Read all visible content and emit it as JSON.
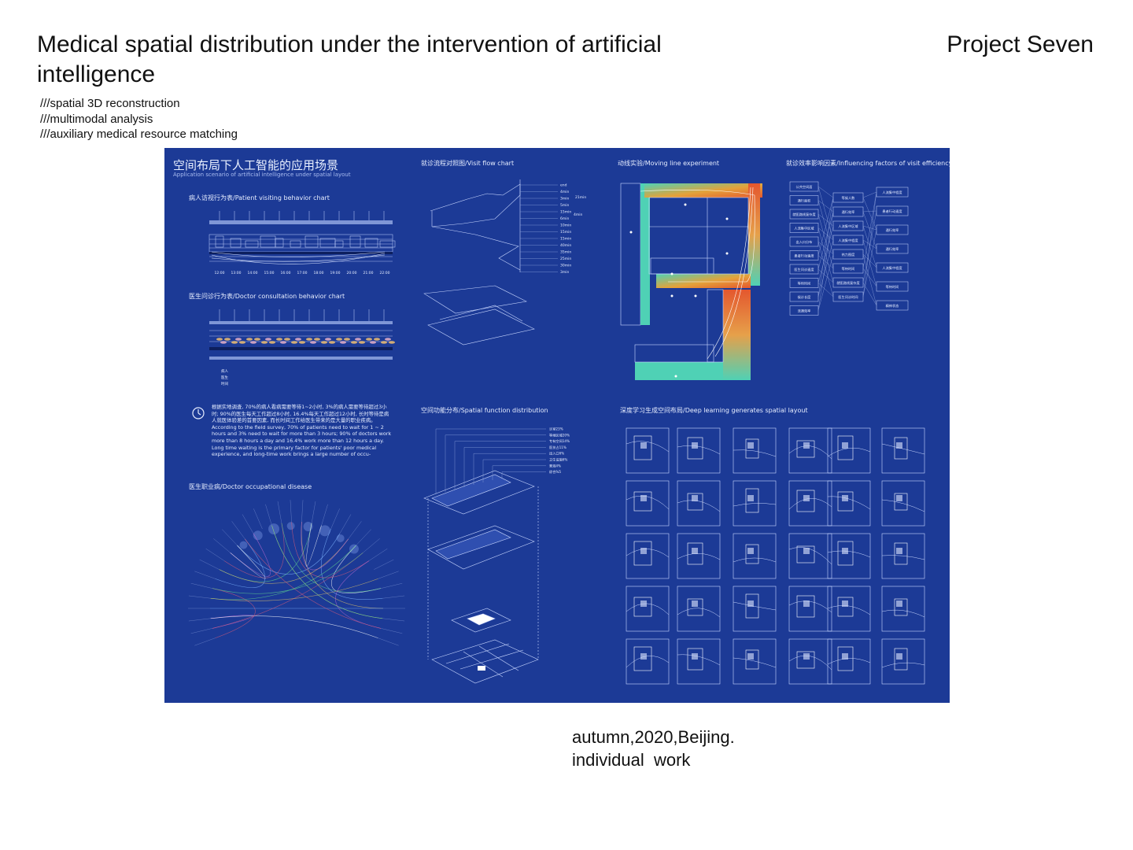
{
  "header": {
    "title": "Medical spatial distribution under the intervention of artificial intelligence",
    "project": "Project Seven"
  },
  "tags": [
    "///spatial 3D reconstruction",
    "///multimodal analysis",
    "///auxiliary medical resource matching"
  ],
  "board": {
    "main_title": "空间布局下人工智能的应用场景",
    "main_subtitle": "Application scenario of artificial intelligence under spatial layout",
    "sections": {
      "patient_chart": "病人访视行为表/Patient visiting behavior chart",
      "doctor_chart": "医生问诊行为表/Doctor consultation behavior chart",
      "occupational": "医生职业病/Doctor occupational disease",
      "visit_flow": "就诊流程对照图/Visit flow chart",
      "moving_line": "动线实验/Moving line experiment",
      "influencing": "就诊效率影响因素/Influencing factors of visit efficiency",
      "spatial_function": "空间功能分布/Spatial function distribution",
      "deep_learning": "深度学习生成空间布局/Deep learning generates spatial layout"
    },
    "survey_text_cn": "根据实地调查, 70%的病人看病需要等待1~2小时, 3%的病人需要等待超过3小时; 90%的医生每天工作超过8小时, 16.4%每天工作超过12小时, 长时等待是病人就医体验差的首要因素, 而长时间工作给医生带来的是大量的职业疾病。",
    "survey_text_en": "According to the field survey, 70% of patients need to wait for 1 ~ 2 hours and 3% need to wait for more than 3 hours; 90% of doctors work more than 8 hours a day and 16.4% work more than 12 hours a day. Long time waiting is the primary factor for patients' poor medical experience, and long-time work brings a large number of occu-",
    "flow_labels": [
      "end",
      "4min",
      "3min",
      "5min",
      "15min",
      "6min",
      "10min",
      "15min",
      "15min",
      "40min",
      "35min",
      "25min",
      "30min",
      "3min"
    ],
    "flow_side_labels": [
      "21min",
      "4min"
    ],
    "factor_left": [
      "公共空间面",
      "通行面积",
      "就医路线复杂度",
      "人流集中区域",
      "出入口分布",
      "患者行动速度",
      "医生问诊速度",
      "等待时间",
      "候诊长度",
      "流通效率"
    ],
    "factor_mid": [
      "等候人数",
      "通行效率",
      "人流集中区域",
      "人流集中程度",
      "热力图度",
      "等待时间",
      "就医路线复杂度",
      "医生问诊时间"
    ],
    "factor_right": [
      "人流集中程度",
      "患者行动速度",
      "通行效率",
      "通行效率",
      "人流集中程度",
      "等待时间",
      "精神状态"
    ],
    "function_labels": [
      "诊室23%",
      "等候区域20%",
      "专有空间14%",
      "医技占11%",
      "出入口6%",
      "卫生设施6%",
      "景观4%",
      "综合%5"
    ],
    "patient_axis_labels": [
      "12:00",
      "13:00",
      "14:00",
      "15:00",
      "16:00",
      "17:00",
      "18:00",
      "19:00",
      "20:00",
      "21:00",
      "22:00"
    ],
    "doctor_legend": [
      "病人",
      "医生",
      "时间"
    ]
  },
  "footer": {
    "line1": "autumn,2020,Beijing.",
    "line2": "individual  work"
  },
  "colors": {
    "board_bg": "#1c3a96",
    "board_line": "#c9d7ff",
    "heat_low": "#4fd1b5",
    "heat_high": "#e4572e"
  }
}
